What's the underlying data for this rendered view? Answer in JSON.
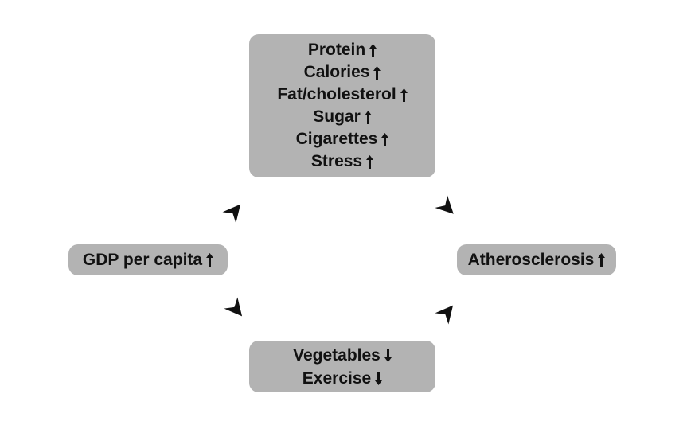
{
  "diagram": {
    "factors": {
      "items": [
        {
          "label": "Protein",
          "direction": "up"
        },
        {
          "label": "Calories",
          "direction": "up"
        },
        {
          "label": "Fat/cholesterol",
          "direction": "up"
        },
        {
          "label": "Sugar",
          "direction": "up"
        },
        {
          "label": "Cigarettes",
          "direction": "up"
        },
        {
          "label": "Stress",
          "direction": "up"
        }
      ]
    },
    "cause": {
      "label": "GDP per capita",
      "direction": "up"
    },
    "outcome": {
      "label": "Atherosclerosis",
      "direction": "up"
    },
    "protective": {
      "items": [
        {
          "label": "Vegetables",
          "direction": "down"
        },
        {
          "label": "Exercise",
          "direction": "down"
        }
      ]
    },
    "colors": {
      "box": "#b3b3b3",
      "text": "#111111",
      "arrow": "#111111"
    },
    "icons": [
      "up-arrow-icon",
      "down-arrow-icon",
      "chevron-arrow-icon"
    ]
  }
}
